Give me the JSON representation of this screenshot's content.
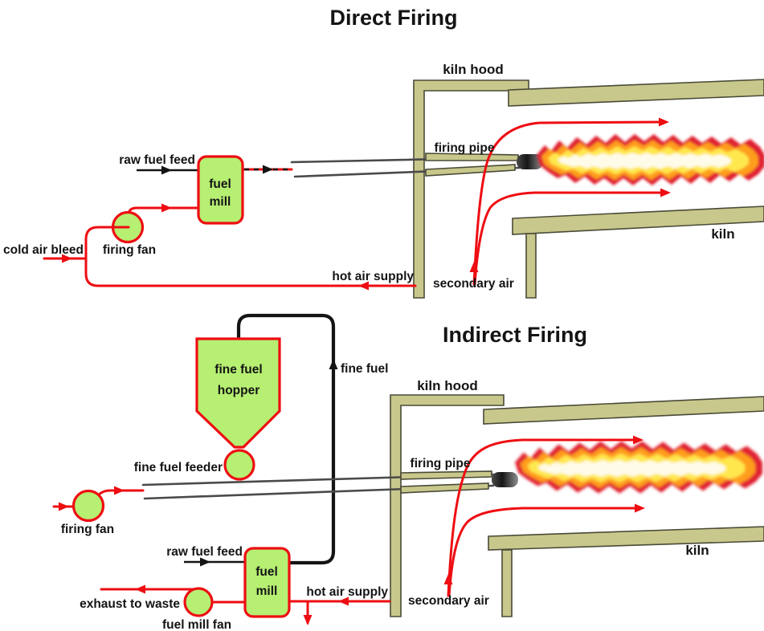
{
  "colors": {
    "component_green": "#b6ef72",
    "line_red": "#ee0d12",
    "structure_olive": "#c8c88c",
    "structure_outline": "#4a4a38",
    "pipe_gray": "#4a4a4a",
    "text_black": "#141414",
    "flame_outer": "#e02330",
    "flame_orange": "#ff9d1c",
    "flame_yellow": "#ffe74d",
    "flame_core": "#fffbe9"
  },
  "direct": {
    "title": "Direct Firing",
    "labels": {
      "kiln_hood": "kiln hood",
      "firing_pipe": "firing pipe",
      "kiln": "kiln",
      "raw_fuel_feed": "raw fuel feed",
      "fuel_mill_line1": "fuel",
      "fuel_mill_line2": "mill",
      "firing_fan": "firing fan",
      "cold_air_bleed": "cold air bleed",
      "hot_air_supply": "hot air supply",
      "secondary_air": "secondary air"
    }
  },
  "indirect": {
    "title": "Indirect Firing",
    "labels": {
      "hopper_line1": "fine fuel",
      "hopper_line2": "hopper",
      "fine_fuel": "fine fuel",
      "fine_fuel_feeder": "fine fuel feeder",
      "kiln_hood": "kiln hood",
      "firing_pipe": "firing pipe",
      "kiln": "kiln",
      "firing_fan": "firing fan",
      "raw_fuel_feed": "raw fuel feed",
      "fuel_mill_line1": "fuel",
      "fuel_mill_line2": "mill",
      "hot_air_supply": "hot air supply",
      "secondary_air": "secondary air",
      "exhaust_to_waste": "exhaust to waste",
      "fuel_mill_fan": "fuel mill fan"
    }
  }
}
